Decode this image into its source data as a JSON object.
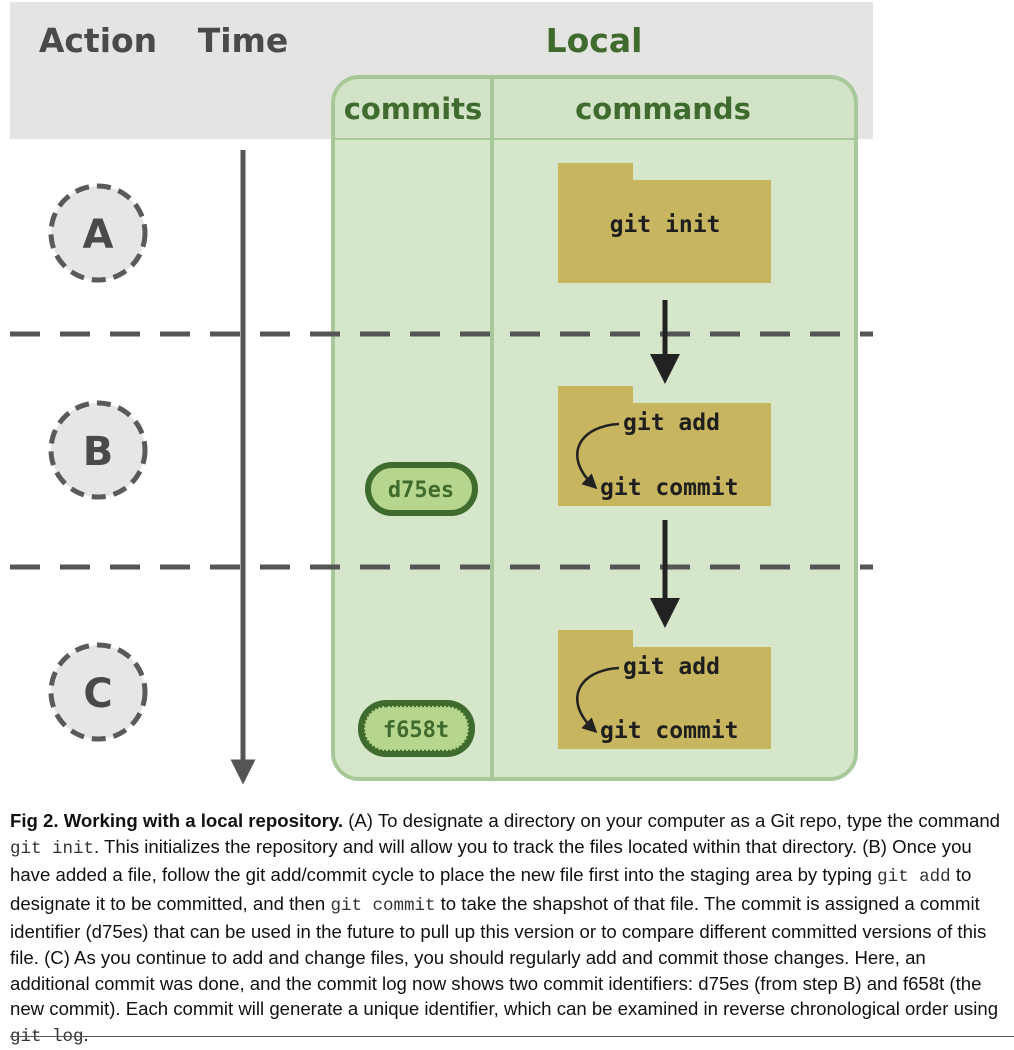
{
  "headers": {
    "action": "Action",
    "time": "Time",
    "local": "Local",
    "commits": "commits",
    "commands": "commands"
  },
  "steps": [
    {
      "label": "A",
      "commands": [
        "git init"
      ],
      "commit": ""
    },
    {
      "label": "B",
      "commands": [
        "git add",
        "git commit"
      ],
      "commit": "d75es"
    },
    {
      "label": "C",
      "commands": [
        "git add",
        "git commit"
      ],
      "commit": "f658t"
    }
  ],
  "caption": {
    "title": "Fig 2. Working with a local repository.",
    "parts": [
      " (A) To designate a directory on your computer as a Git repo, type the command ",
      "git init",
      ". This initializes the repository and will allow you to track the files located within that directory. (B) Once you have added a file, follow the git add/commit cycle to place the new file first into the staging area by typing ",
      "git add",
      " to designate it to be committed, and then ",
      "git commit",
      " to take the shapshot of that file. The commit is assigned a commit identifier (d75es) that can be used in the future to pull up this version or to compare different committed versions of this file. (C) As you continue to add and change files, you should regularly add and commit those changes. Here, an additional commit was done, and the commit log now shows two commit identifiers: d75es (from step B) and f658t (the new commit). Each commit will generate a unique identifier, which can be examined in reverse chronological order using ",
      "git log",
      "."
    ]
  },
  "colors": {
    "header_band": "#e4e4e2",
    "header_text": "#4a4a4a",
    "local_panel": "#d4e6c9",
    "local_border": "#a7c99a",
    "local_title": "#3f6b2e",
    "folder": "#c8b560",
    "commit_fill": "#b6d68e",
    "commit_border": "#3f6b2e",
    "dashed_line": "#555555",
    "circle_fill": "#e6e6e4",
    "circle_border": "#5a5a5a"
  }
}
